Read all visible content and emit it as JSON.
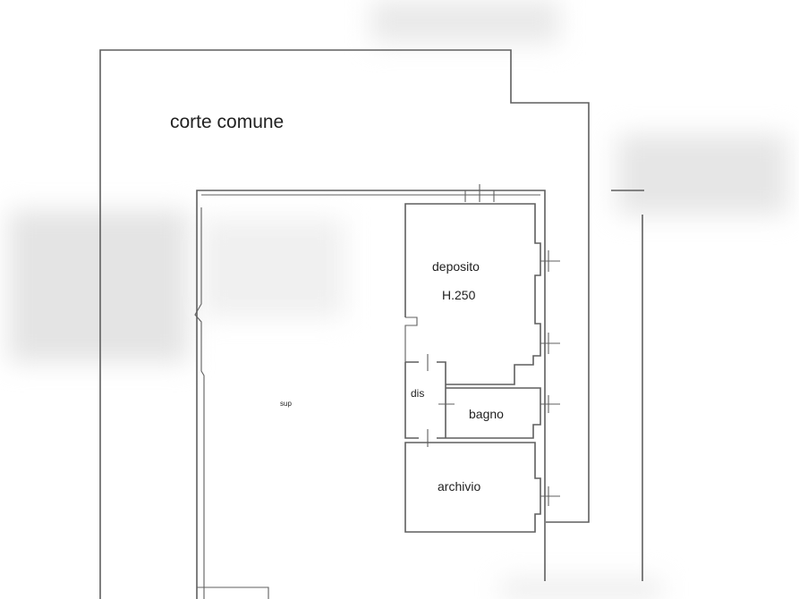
{
  "labels": {
    "corte_comune": "corte comune",
    "deposito": "deposito",
    "deposito_height": "H.250",
    "disimpegno": "dis",
    "bagno": "bagno",
    "archivio": "archivio",
    "main_room": "sup"
  },
  "colors": {
    "wall": "#5f5f5f",
    "text": "#222222",
    "background": "#ffffff"
  }
}
